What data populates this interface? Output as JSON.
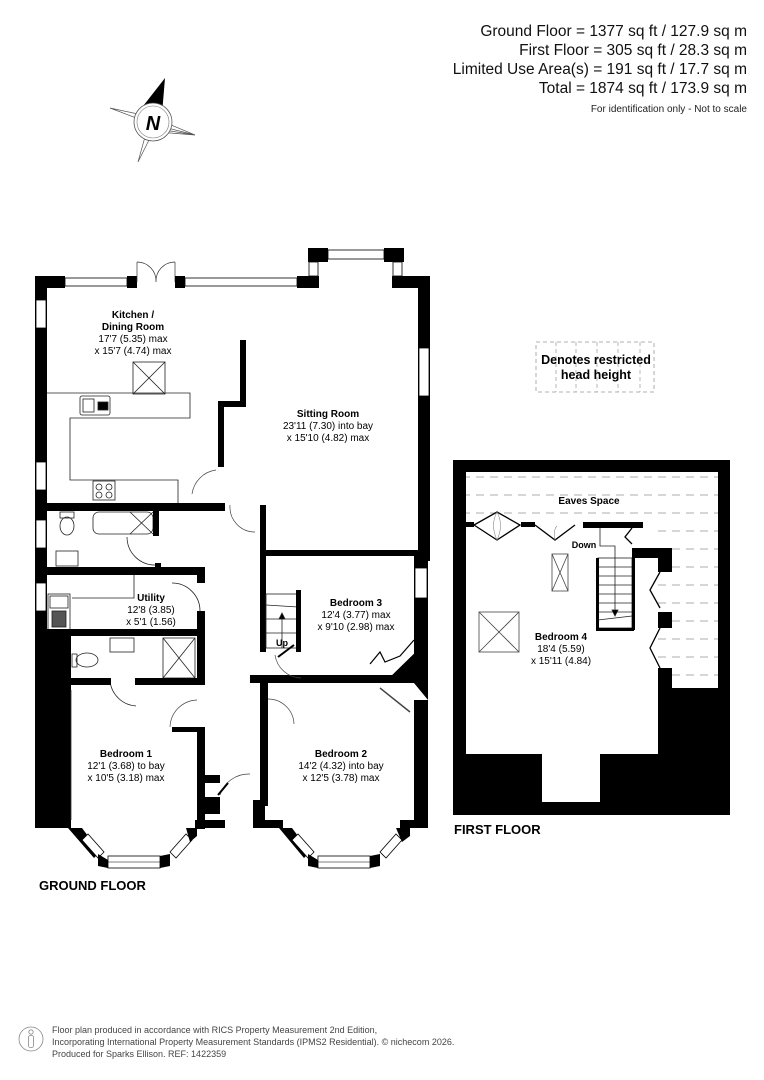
{
  "areas": {
    "lines": [
      "Ground Floor = 1377 sq ft / 127.9 sq m",
      "First Floor = 305 sq ft / 28.3 sq m",
      "Limited Use Area(s) = 191 sq ft / 17.7 sq m",
      "Total = 1874 sq ft / 173.9 sq m"
    ],
    "note": "For identification only - Not to scale"
  },
  "compass": {
    "letter": "N",
    "icon": "north-compass-icon"
  },
  "legend": {
    "line1": "Denotes restricted",
    "line2": "head height"
  },
  "ground_floor": {
    "title": "GROUND FLOOR",
    "rooms": [
      {
        "id": "kitchen",
        "name1": "Kitchen /",
        "name2": "Dining Room",
        "dim1": "17'7 (5.35) max",
        "dim2": "x 15'7 (4.74) max"
      },
      {
        "id": "sitting",
        "name1": "Sitting Room",
        "dim1": "23'11 (7.30) into bay",
        "dim2": "x 15'10 (4.82) max"
      },
      {
        "id": "utility",
        "name1": "Utility",
        "dim1": "12'8 (3.85)",
        "dim2": "x 5'1 (1.56)"
      },
      {
        "id": "bedroom3",
        "name1": "Bedroom 3",
        "dim1": "12'4 (3.77) max",
        "dim2": "x 9'10 (2.98) max"
      },
      {
        "id": "bedroom1",
        "name1": "Bedroom 1",
        "dim1": "12'1 (3.68) to bay",
        "dim2": "x 10'5 (3.18) max"
      },
      {
        "id": "bedroom2",
        "name1": "Bedroom 2",
        "dim1": "14'2 (4.32) into bay",
        "dim2": "x 12'5 (3.78) max"
      }
    ],
    "stairs_label": "Up"
  },
  "first_floor": {
    "title": "FIRST FLOOR",
    "eaves_label": "Eaves Space",
    "stairs_label": "Down",
    "room": {
      "name1": "Bedroom 4",
      "dim1": "18'4 (5.59)",
      "dim2": "x 15'11 (4.84)"
    }
  },
  "footer": {
    "line1": "Floor plan produced in accordance with RICS Property Measurement 2nd Edition,",
    "line2": "Incorporating International Property Measurement Standards (IPMS2 Residential).   © nichecom 2026.",
    "line3": "Produced for Sparks Ellison.    REF: 1422359"
  },
  "colors": {
    "wall": "#000000",
    "line": "#222222",
    "dash": "#999999",
    "text_muted": "#444444"
  }
}
